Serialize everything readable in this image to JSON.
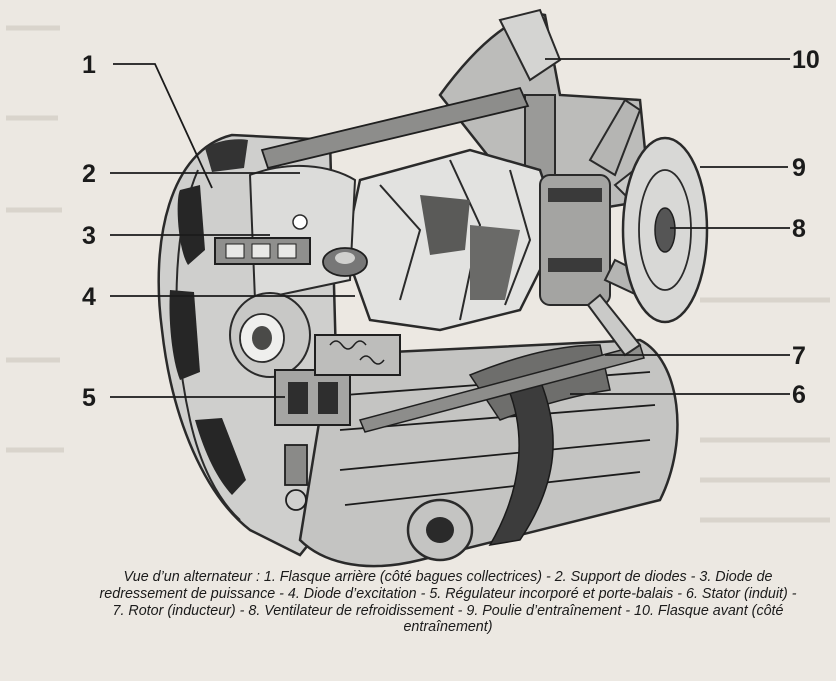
{
  "callouts": [
    {
      "number": "1"
    },
    {
      "number": "2"
    },
    {
      "number": "3"
    },
    {
      "number": "4"
    },
    {
      "number": "5"
    },
    {
      "number": "6"
    },
    {
      "number": "7"
    },
    {
      "number": "8"
    },
    {
      "number": "9"
    },
    {
      "number": "10"
    }
  ],
  "caption": "Vue d’un alternateur : 1. Flasque arrière (côté bagues collectrices) - 2. Support de diodes - 3. Diode de redressement de puissance - 4. Diode d’excitation - 5. Régulateur incorporé et porte-balais - 6. Stator (induit) - 7. Rotor (inducteur) - 8. Ventilateur de refroidissement - 9. Poulie d’entraînement - 10. Flasque avant (côté entraînement)",
  "colors": {
    "paper": "#ece8e2",
    "ink": "#1b1b1b",
    "metal_light": "#d8d8d6",
    "metal_mid": "#a9a9a7",
    "metal_dark": "#4a4a4a"
  },
  "icons": [
    "alternator-cutaway-illustration"
  ]
}
